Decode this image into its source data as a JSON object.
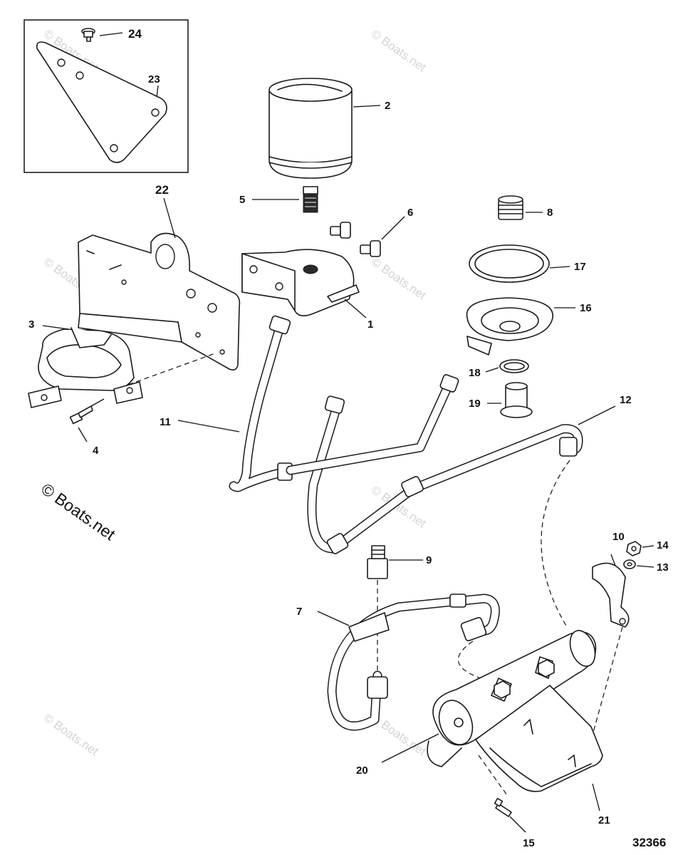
{
  "diagram": {
    "figure_number": "32366",
    "watermark": "© Boats.net",
    "callouts": {
      "c1": "1",
      "c2": "2",
      "c3": "3",
      "c4": "4",
      "c5": "5",
      "c6": "6",
      "c7": "7",
      "c8": "8",
      "c9": "9",
      "c10": "10",
      "c11": "11",
      "c12": "12",
      "c13": "13",
      "c14": "14",
      "c15": "15",
      "c16": "16",
      "c17": "17",
      "c18": "18",
      "c19": "19",
      "c20": "20",
      "c21": "21",
      "c22": "22",
      "c23": "23",
      "c24": "24"
    }
  }
}
